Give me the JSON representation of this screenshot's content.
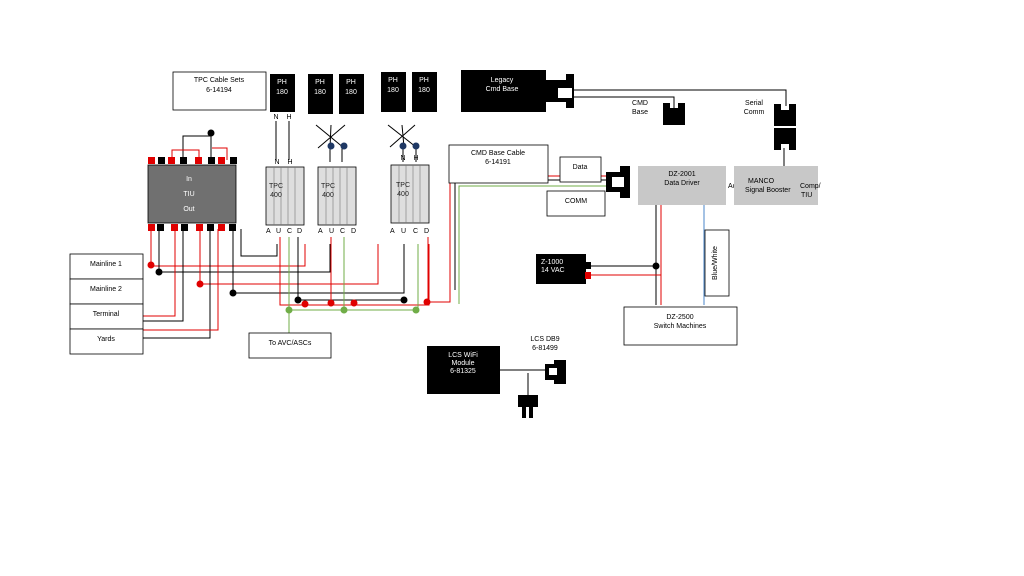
{
  "tpc_cable_sets": {
    "line1": "TPC Cable Sets",
    "line2": "6-14194"
  },
  "ph_label": "PH",
  "ph_value": "180",
  "nh": {
    "n": "N",
    "h": "H"
  },
  "tpc": {
    "line1": "TPC",
    "line2": "400"
  },
  "aucd": {
    "a": "A",
    "u": "U",
    "c": "C",
    "d": "D"
  },
  "tiu": {
    "in": "In",
    "name": "TIU",
    "out": "Out"
  },
  "tracks": [
    "Mainline 1",
    "Mainline 2",
    "Terminal",
    "Yards"
  ],
  "avc": "To AVC/ASCs",
  "cmd_base_cable": {
    "line1": "CMD Base Cable",
    "line2": "6-14191"
  },
  "legacy": {
    "line1": "Legacy",
    "line2": "Cmd Base"
  },
  "cmd_base": {
    "line1": "CMD",
    "line2": "Base"
  },
  "serial_comm": {
    "line1": "Serial",
    "line2": "Comm"
  },
  "data_box": "Data",
  "comm_box": "COMM",
  "dz2001": {
    "line1": "DZ-2001",
    "line2": "Data Driver"
  },
  "acc": "Acc",
  "manco": {
    "line1": "MANCO",
    "line2": "Signal Booster"
  },
  "comp_tiu": {
    "line1": "Comp/",
    "line2": "TIU"
  },
  "z1000": {
    "line1": "Z-1000",
    "line2": "14 VAC"
  },
  "blue_white": "Blue/White",
  "dz2500": {
    "line1": "DZ-2500",
    "line2": "Switch Machines"
  },
  "lcs_wifi": {
    "line1": "LCS WiFi",
    "line2": "Module",
    "line3": "6-81325"
  },
  "lcs_db9": {
    "line1": "LCS DB9",
    "line2": "6-81499"
  },
  "colors": {
    "red": "#e00000",
    "green": "#70ad47",
    "black": "#000000",
    "tiu_gray": "#707070",
    "device_gray": "#c8c8c8",
    "tpc_fill": "#dedede"
  }
}
